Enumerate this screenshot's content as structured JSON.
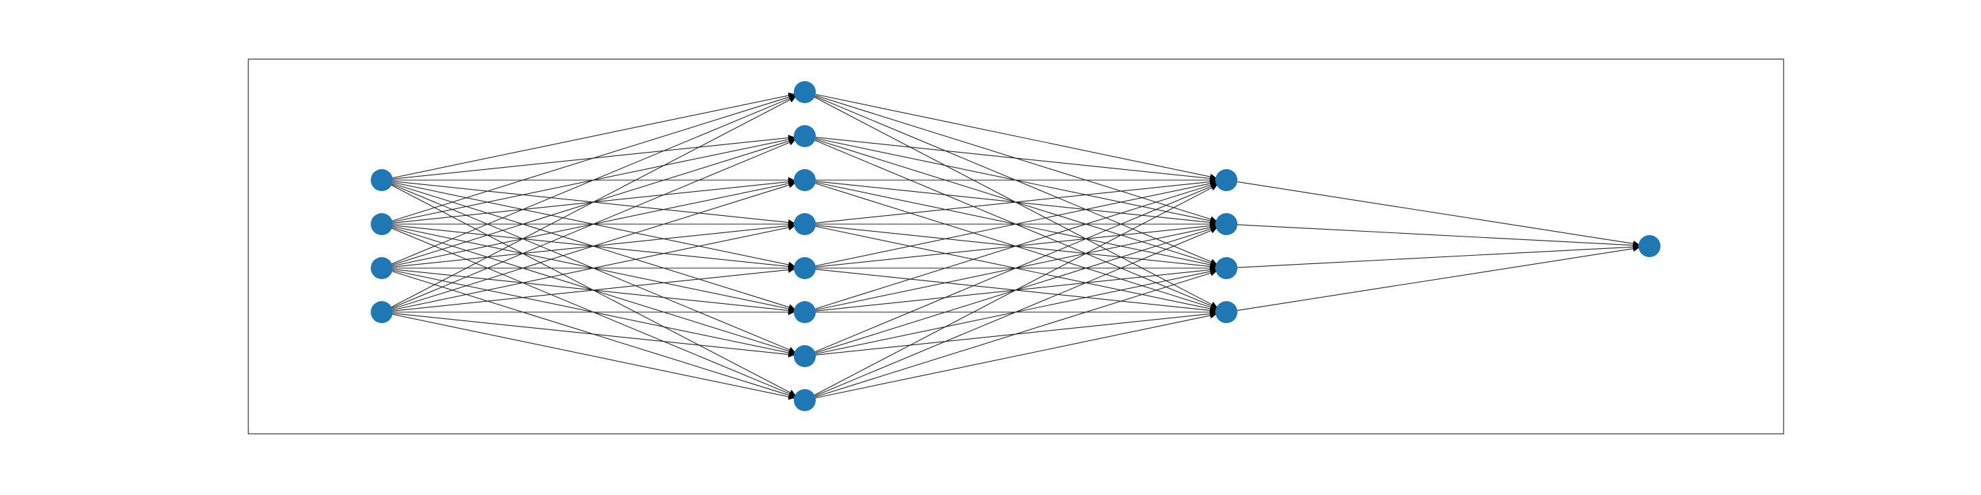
{
  "diagram": {
    "type": "feedforward-neural-network",
    "layers": [
      {
        "nodes": 4
      },
      {
        "nodes": 8
      },
      {
        "nodes": 4
      },
      {
        "nodes": 1
      }
    ],
    "connectivity": "fully-connected",
    "edge_style": "directed-arrow",
    "colors": {
      "node": "#1f77b4",
      "edge": "#222222",
      "arrowhead": "#000000",
      "frame": "#404040",
      "background": "#ffffff"
    }
  }
}
